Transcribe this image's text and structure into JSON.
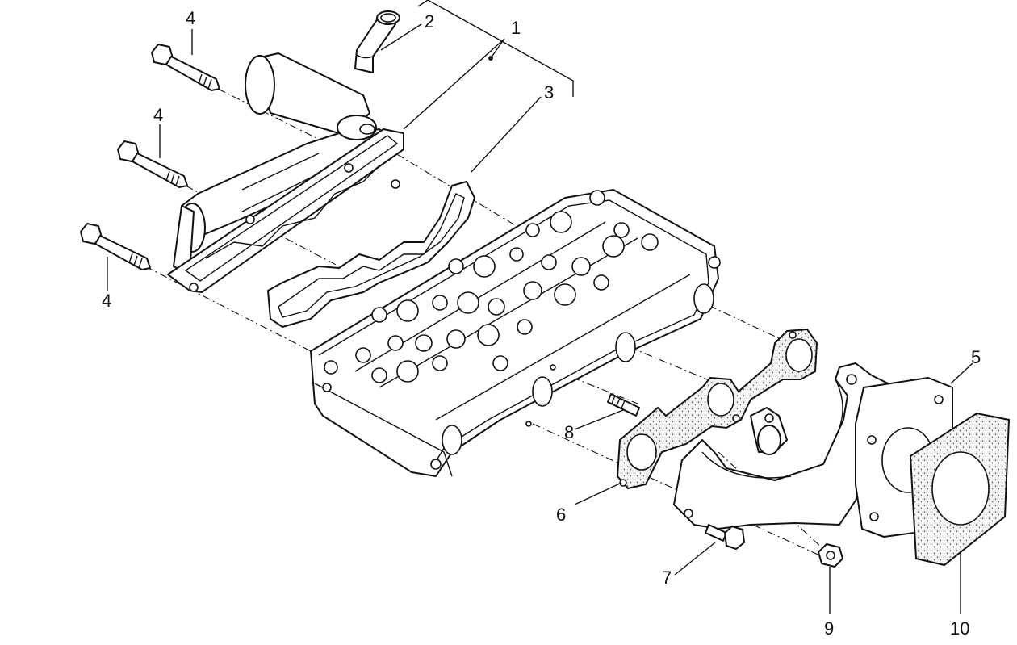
{
  "callouts": [
    {
      "id": "1",
      "text": "1"
    },
    {
      "id": "2",
      "text": "2"
    },
    {
      "id": "3",
      "text": "3"
    },
    {
      "id": "4a",
      "text": "4"
    },
    {
      "id": "4b",
      "text": "4"
    },
    {
      "id": "4c",
      "text": "4"
    },
    {
      "id": "5",
      "text": "5"
    },
    {
      "id": "6",
      "text": "6"
    },
    {
      "id": "7",
      "text": "7"
    },
    {
      "id": "8",
      "text": "8"
    },
    {
      "id": "9",
      "text": "9"
    },
    {
      "id": "10",
      "text": "10"
    }
  ],
  "colors": {
    "line": "#111111",
    "background": "#ffffff",
    "gasket_fill": "#e9e9e9"
  }
}
